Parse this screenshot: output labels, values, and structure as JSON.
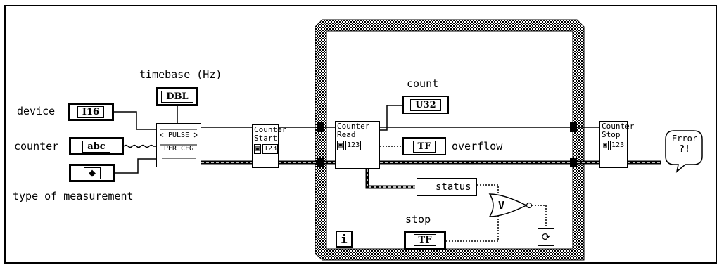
{
  "labels": {
    "device": "device",
    "counter": "counter",
    "type_of_measurement": "type of measurement",
    "timebase": "timebase (Hz)",
    "count": "count",
    "overflow": "overflow",
    "stop": "stop"
  },
  "terminals": {
    "device_type": "I16",
    "counter_type": "abc",
    "measurement_type": "◆",
    "timebase_type": "DBL",
    "count_type": "U32",
    "overflow_type": "TF",
    "status_label": "status",
    "stop_type": "TF"
  },
  "vis": {
    "pulse_top": "PULSE",
    "pulse_bottom": "PER CFG",
    "counter_start_line1": "Counter",
    "counter_start_line2": "Start",
    "counter_read_line1": "Counter",
    "counter_read_line2": "Read",
    "counter_stop_line1": "Counter",
    "counter_stop_line2": "Stop",
    "task_id": "123",
    "error_line1": "Error",
    "error_line2": "?!"
  },
  "loop": {
    "iteration_terminal": "i",
    "or_function": "V",
    "conditional_terminal": "⟳"
  },
  "colors": {
    "background": "#ffffff",
    "wire": "#000000",
    "loop_border": "#9a9a9a"
  }
}
